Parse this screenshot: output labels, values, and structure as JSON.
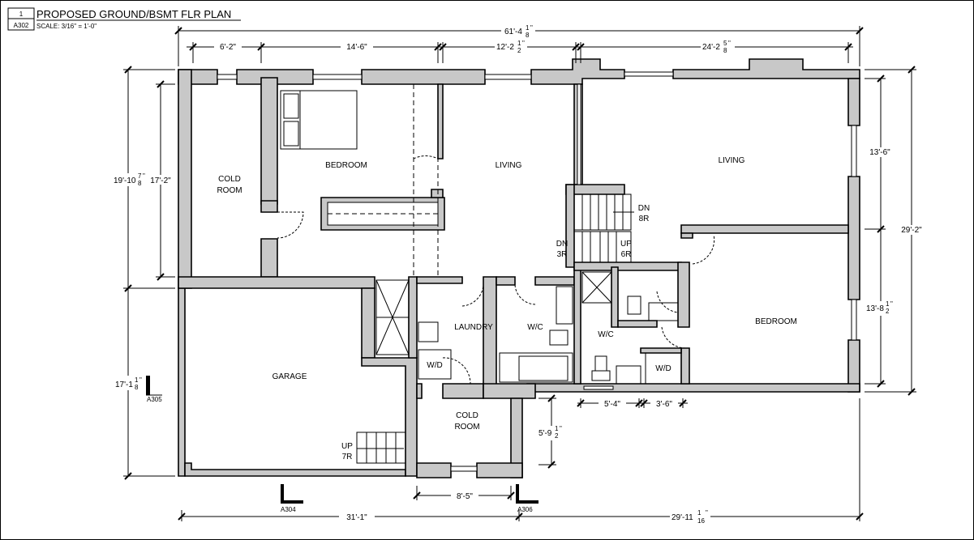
{
  "title": {
    "number": "1",
    "sheet": "A302",
    "name": "PROPOSED GROUND/BSMT FLR PLAN",
    "scale": "SCALE:  3/16\" = 1'-0\""
  },
  "rooms": {
    "cold_room_1": [
      "COLD",
      "ROOM"
    ],
    "bedroom_1": "BEDROOM",
    "living_1": "LIVING",
    "living_2": "LIVING",
    "garage": "GARAGE",
    "laundry": "LAUNDRY",
    "wc_1": "W/C",
    "wc_2": "W/C",
    "bedroom_2": "BEDROOM",
    "cold_room_2": [
      "COLD",
      "ROOM"
    ],
    "wd_1": "W/D",
    "wd_2": "W/D"
  },
  "stairs": {
    "dn_8r": [
      "DN",
      "8R"
    ],
    "dn_3r": [
      "DN",
      "3R"
    ],
    "up_6r": [
      "UP",
      "6R"
    ],
    "up_7r": [
      "UP",
      "7R"
    ]
  },
  "dimensions": {
    "overall_top": [
      "61'-4",
      "1",
      "8",
      "\""
    ],
    "top_1": "6'-2\"",
    "top_2": "14'-6\"",
    "top_3": [
      "12'-2",
      "1",
      "2",
      "\""
    ],
    "top_4": [
      "24'-2",
      "5",
      "8",
      "\""
    ],
    "left_outer": [
      "19'-10",
      "7",
      "8",
      "\""
    ],
    "left_inner": "17'-2\"",
    "left_lower": [
      "17'-1",
      "1",
      "8",
      "\""
    ],
    "right_1": "13'-6\"",
    "right_2": [
      "13'-8",
      "1",
      "2",
      "\""
    ],
    "right_overall": "29'-2\"",
    "mid_1": "5'-4\"",
    "mid_2": "3'-6\"",
    "mid_3": [
      "5'-9",
      "1",
      "2",
      "\""
    ],
    "cold_width": "8'-5\"",
    "bottom_1": "31'-1\"",
    "bottom_2": [
      "29'-11",
      "1",
      "16",
      "\""
    ]
  },
  "section_refs": {
    "left": "A305",
    "bottom_1": "A304",
    "bottom_2": "A306"
  }
}
